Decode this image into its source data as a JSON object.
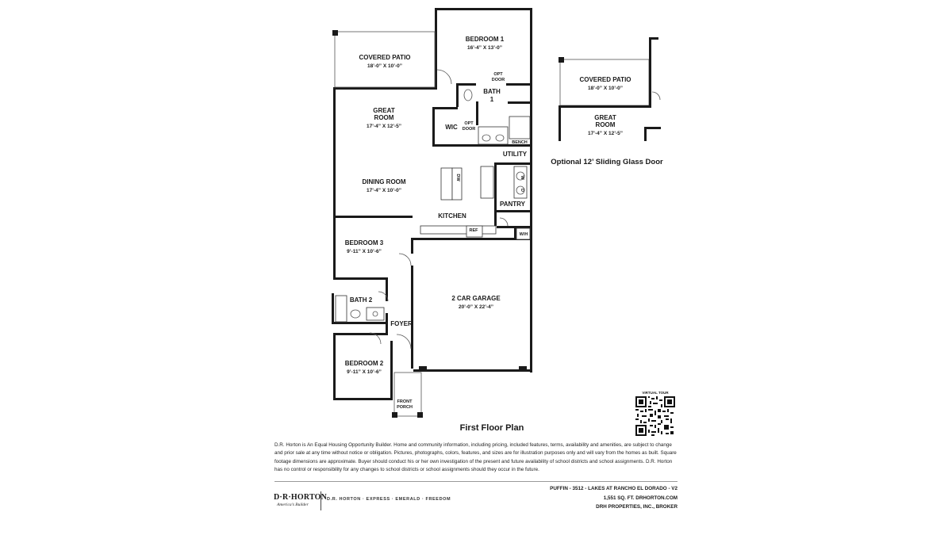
{
  "plan_title": "First Floor Plan",
  "optional_title": "Optional 12’ Sliding Glass Door",
  "rooms": {
    "bedroom1": {
      "name": "BEDROOM 1",
      "dims": "16’-4” X 13’-0”"
    },
    "covered_patio": {
      "name": "COVERED PATIO",
      "dims": "18’-0” X 10’-0”"
    },
    "great_room": {
      "name": "GREAT",
      "name2": "ROOM",
      "dims": "17’-4” X 12’-5”"
    },
    "dining_room": {
      "name": "DINING ROOM",
      "dims": "17’-4” X 10’-0”"
    },
    "kitchen": {
      "name": "KITCHEN"
    },
    "bedroom3": {
      "name": "BEDROOM 3",
      "dims": "9’-11” X 10’-6”"
    },
    "bath2": {
      "name": "BATH 2"
    },
    "foyer": {
      "name": "FOYER"
    },
    "bedroom2": {
      "name": "BEDROOM 2",
      "dims": "9’-11” X 10’-6”"
    },
    "front_porch": {
      "name": "FRONT",
      "name2": "PORCH"
    },
    "garage": {
      "name": "2 CAR GARAGE",
      "dims": "20’-0” X 22’-4”"
    },
    "bath1": {
      "name": "BATH",
      "name2": "1"
    },
    "wic": {
      "name": "WIC"
    },
    "utility": {
      "name": "UTILITY"
    },
    "pantry": {
      "name": "PANTRY"
    }
  },
  "small_labels": {
    "opt_door_top": "OPT",
    "opt_door_bottom": "DOOR",
    "bench": "BENCH",
    "ref": "REF",
    "wh": "W/H",
    "dw": "DW",
    "w": "W",
    "d": "D"
  },
  "optional_rooms": {
    "covered_patio": {
      "name": "COVERED PATIO",
      "dims": "18’-0” X 10’-0”"
    },
    "great_room": {
      "name": "GREAT",
      "name2": "ROOM",
      "dims": "17’-4” X 12’-5”"
    }
  },
  "disclaimer": "D.R. Horton is An Equal Housing Opportunity Builder. Home and community information, including pricing, included features, terms, availability and amenities, are subject to change and prior sale at any time without notice or obligation. Pictures, photographs, colors, features, and sizes are for illustration purposes only and will vary from the homes as built. Square footage dimensions are approximate. Buyer should conduct his or her own investigation of the present and future availability of school districts and school assignments. D.R. Horton has no control or responsibility for any changes to school districts or school assignments should they occur in the future.",
  "footer": {
    "logo": "D·R·HORTON",
    "logo_tagline": "America’s Builder",
    "brands": "D.R. HORTON · EXPRESS · EMERALD · FREEDOM",
    "line1": "PUFFIN - 3512 - LAKES AT RANCHO EL DORADO - V2",
    "line2": "1,551 SQ. FT. DRHORTON.COM",
    "line3": "DRH PROPERTIES, INC., BROKER"
  },
  "virtual_tour": "VIRTUAL TOUR"
}
